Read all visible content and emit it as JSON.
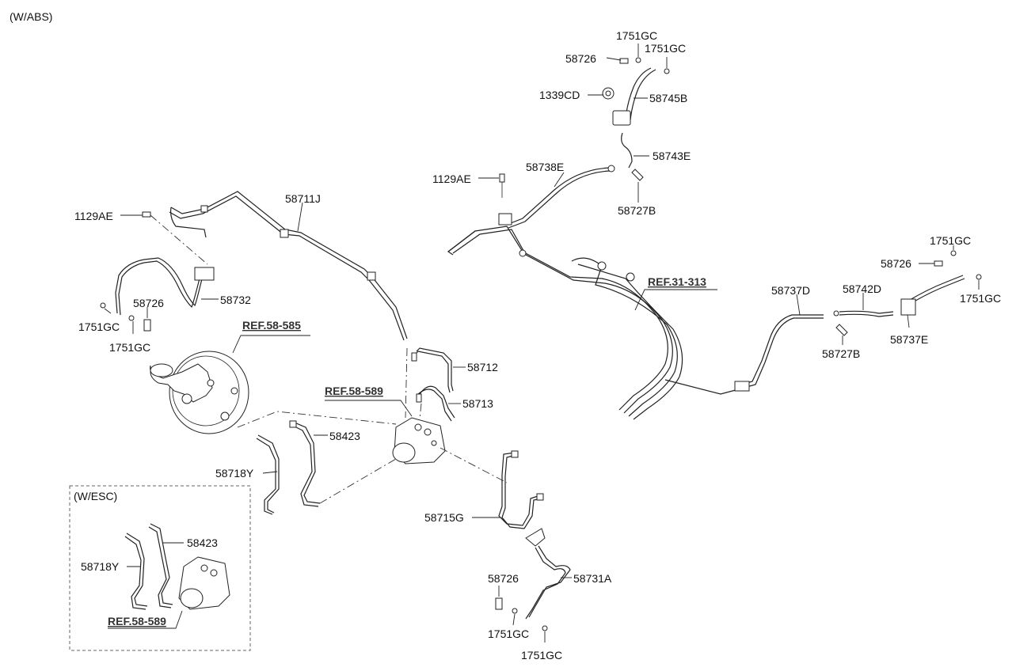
{
  "header": {
    "variant": "(W/ABS)"
  },
  "inset": {
    "title": "(W/ESC)"
  },
  "labels": {
    "c1751gc_t1": "1751GC",
    "c58726_t": "58726",
    "c1751gc_t2": "1751GC",
    "c1339cd": "1339CD",
    "c58745b": "58745B",
    "c58743e": "58743E",
    "c1129ae_c": "1129AE",
    "c58738e": "58738E",
    "c58727b_t": "58727B",
    "c58711j": "58711J",
    "c1129ae_l": "1129AE",
    "c58732": "58732",
    "c58726_l": "58726",
    "c1751gc_l1": "1751GC",
    "c1751gc_l2": "1751GC",
    "c58712": "58712",
    "c58713": "58713",
    "c58423": "58423",
    "c58718y": "58718Y",
    "c58715g": "58715G",
    "c58726_b": "58726",
    "c58731a": "58731A",
    "c1751gc_b1": "1751GC",
    "c1751gc_b2": "1751GC",
    "c1751gc_r1": "1751GC",
    "c58726_r": "58726",
    "c1751gc_r2": "1751GC",
    "c58737d": "58737D",
    "c58742d": "58742D",
    "c58727b_r": "58727B",
    "c58737e": "58737E",
    "inset_58423": "58423",
    "inset_58718y": "58718Y"
  },
  "refs": {
    "ref_58_585": "REF.58-585",
    "ref_58_589": "REF.58-589",
    "ref_31_313": "REF.31-313",
    "inset_ref_58_589": "REF.58-589"
  }
}
